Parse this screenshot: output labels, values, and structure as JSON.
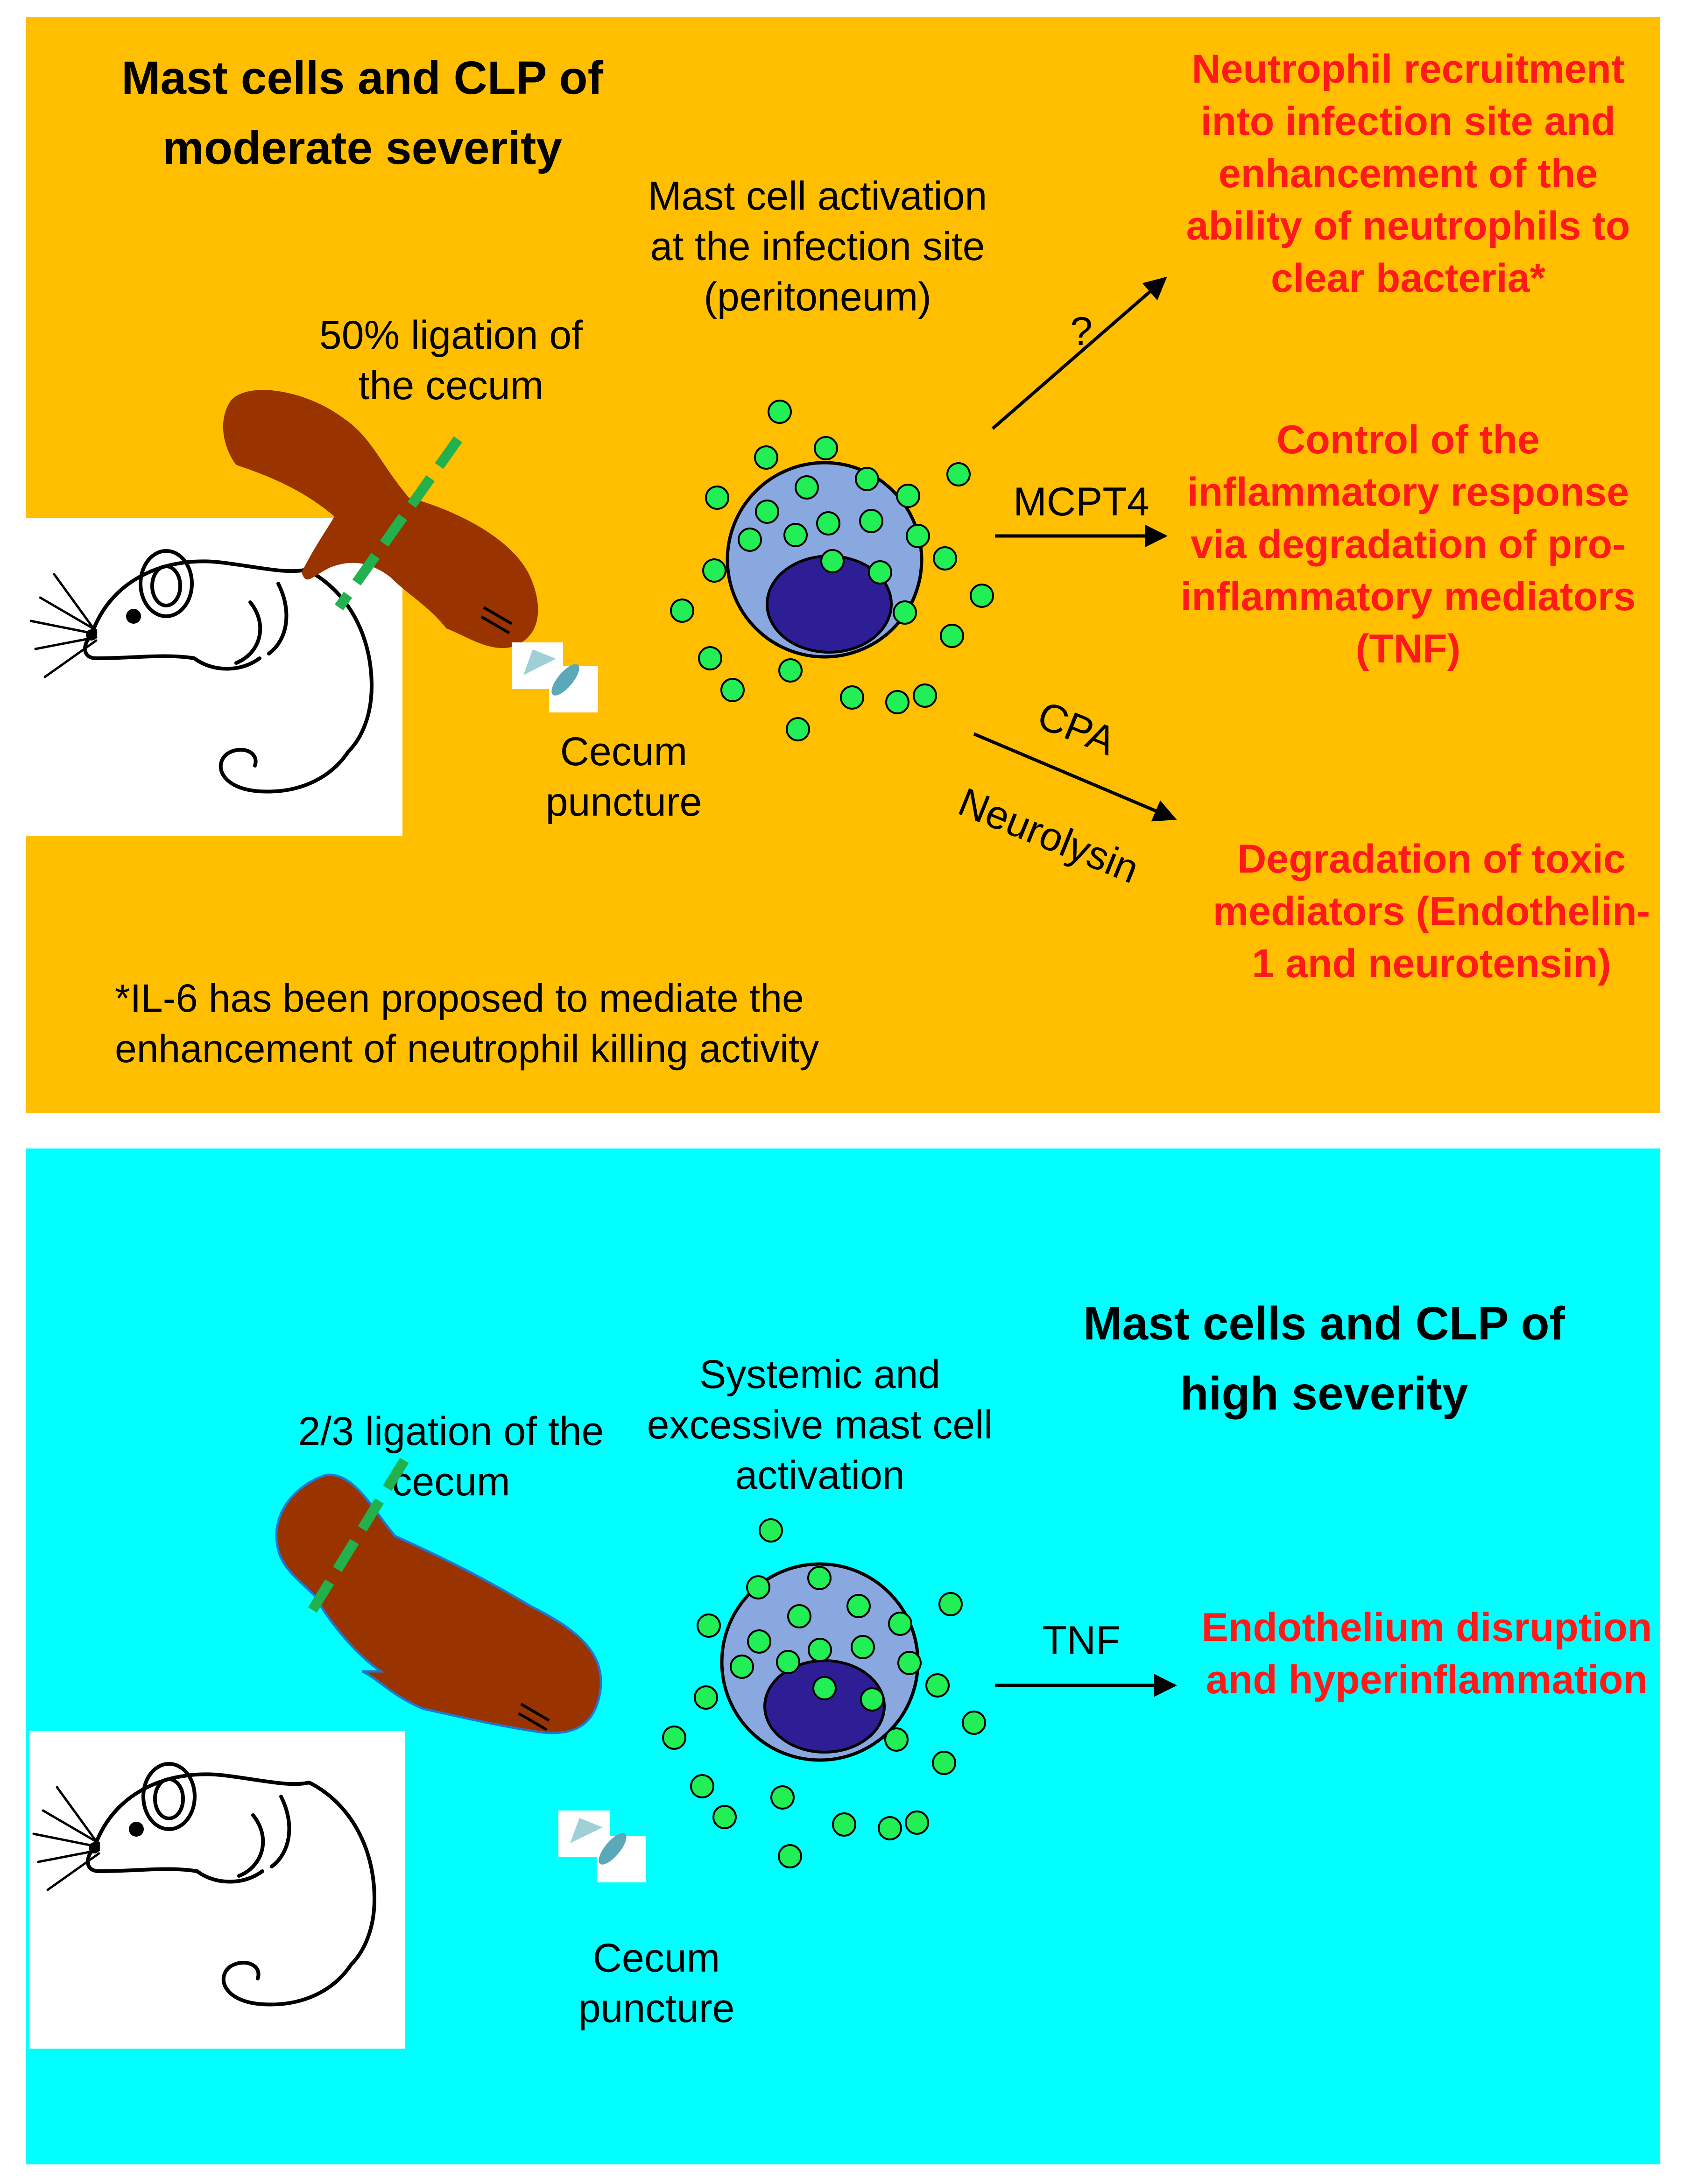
{
  "colors": {
    "moderate_background": "#FFBF00",
    "high_background": "#00FFFF",
    "outcome_text": "#FF1A1A",
    "cecum": "#993300",
    "ligation_line": "#22B14C",
    "granule": "#22EE55",
    "mast_cell_body": "#89A8E0",
    "nucleus": "#2E1E96"
  },
  "moderate": {
    "title": "Mast cells and CLP of moderate severity",
    "ligation_label": "50% ligation of the cecum",
    "puncture_label": "Cecum puncture",
    "mast_cell_label": "Mast cell activation at the infection site (peritoneum)",
    "arrow_unknown_label": "?",
    "arrow_mcpt4_label": "MCPT4",
    "arrow_cpa_label": "CPA",
    "arrow_neurolysin_label": "Neurolysin",
    "outcome_neutrophil": "Neutrophil recruitment into infection site and enhancement of the ability of neutrophils to clear bacteria*",
    "outcome_inflammation": "Control of the inflammatory response via degradation of pro-inflammatory mediators (TNF)",
    "outcome_toxic": "Degradation of toxic mediators (Endothelin-1 and neurotensin)",
    "footnote": "*IL-6 has been proposed to mediate the enhancement of neutrophil killing activity"
  },
  "high": {
    "title": "Mast cells and CLP of high severity",
    "ligation_label": "2/3 ligation of the cecum",
    "puncture_label": "Cecum puncture",
    "mast_cell_label": "Systemic and excessive mast cell activation",
    "arrow_tnf_label": "TNF",
    "outcome_endothelium": "Endothelium disruption and hyperinflammation"
  },
  "icons": [
    "mouse-illustration",
    "cecum-shape",
    "ligation-line",
    "needle-icon",
    "mast-cell",
    "granule-dots",
    "arrow"
  ]
}
